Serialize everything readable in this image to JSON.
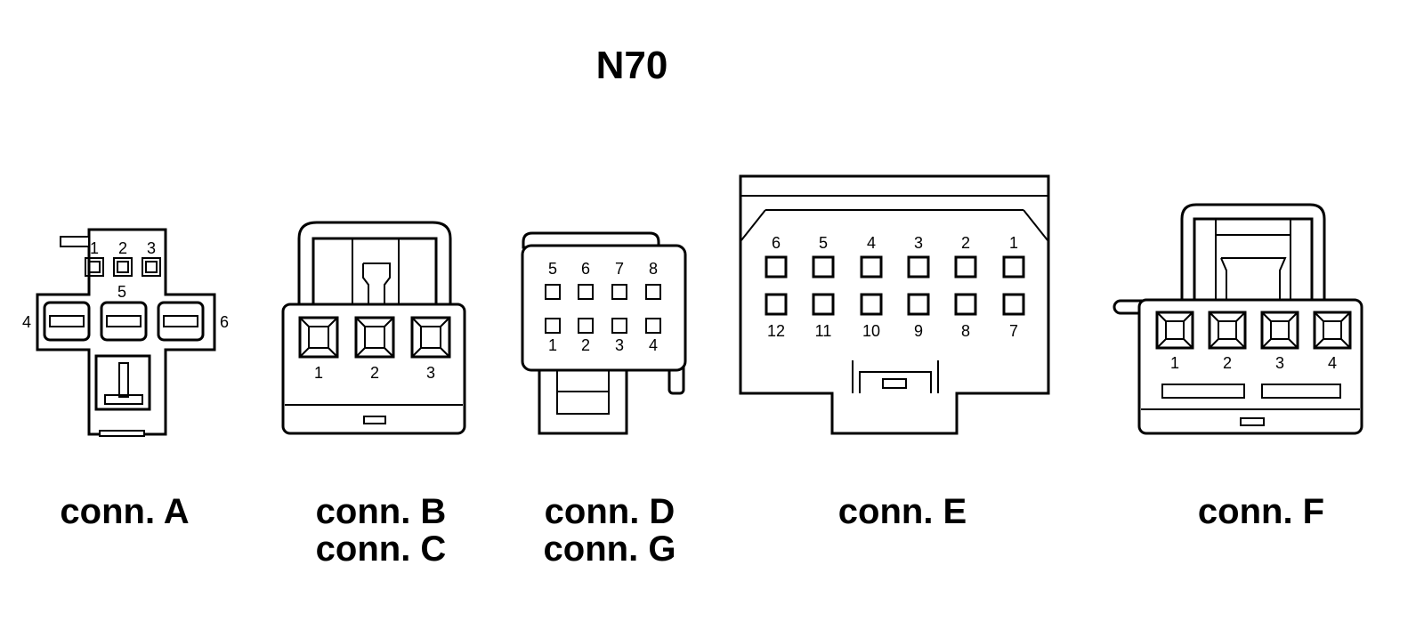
{
  "diagram": {
    "title": "N70",
    "connectors": [
      {
        "labels": [
          "conn. A"
        ],
        "pins": [
          "1",
          "2",
          "3",
          "4",
          "5",
          "6"
        ]
      },
      {
        "labels": [
          "conn. B",
          "conn. C"
        ],
        "pins": [
          "1",
          "2",
          "3"
        ]
      },
      {
        "labels": [
          "conn. D",
          "conn. G"
        ],
        "pins": [
          "5",
          "6",
          "7",
          "8",
          "1",
          "2",
          "3",
          "4"
        ]
      },
      {
        "labels": [
          "conn. E"
        ],
        "pins": [
          "6",
          "5",
          "4",
          "3",
          "2",
          "1",
          "12",
          "11",
          "10",
          "9",
          "8",
          "7"
        ]
      },
      {
        "labels": [
          "conn. F"
        ],
        "pins": [
          "1",
          "2",
          "3",
          "4"
        ]
      }
    ]
  }
}
